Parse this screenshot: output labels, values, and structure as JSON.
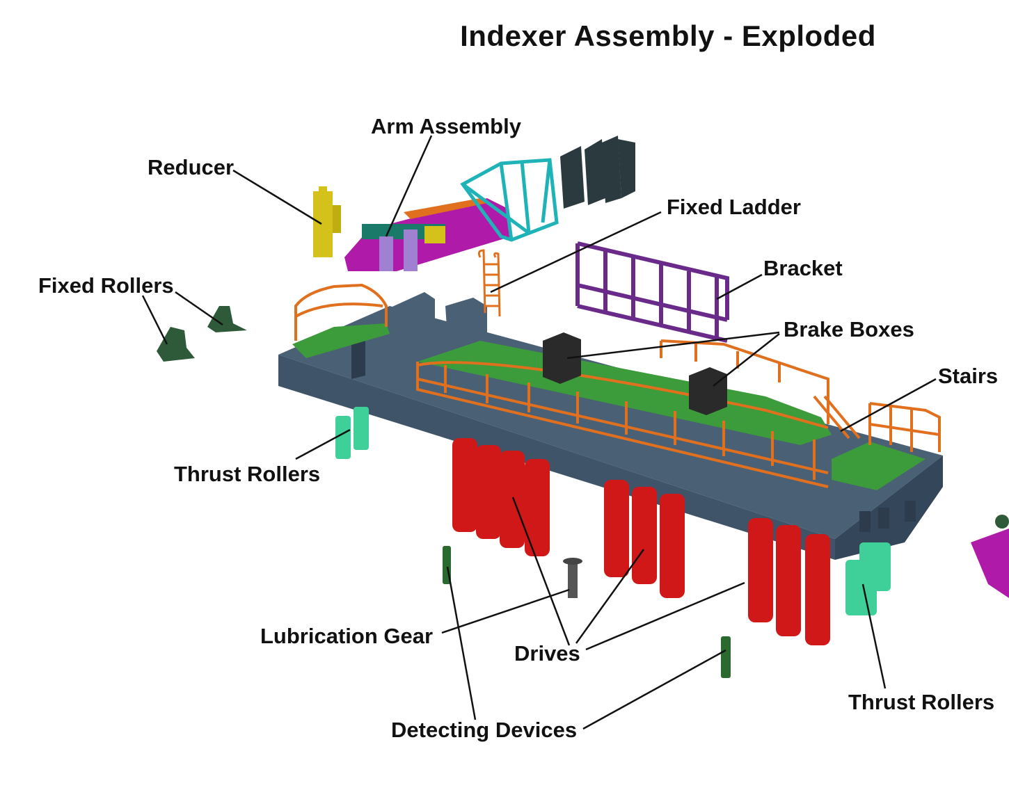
{
  "title": "Indexer Assembly - Exploded",
  "labels": {
    "arm_assembly": "Arm Assembly",
    "reducer": "Reducer",
    "fixed_ladder": "Fixed Ladder",
    "bracket": "Bracket",
    "fixed_rollers": "Fixed Rollers",
    "brake_boxes": "Brake Boxes",
    "stairs": "Stairs",
    "thrust_rollers_left": "Thrust Rollers",
    "lubrication_gear": "Lubrication Gear",
    "drives": "Drives",
    "thrust_rollers_right": "Thrust Rollers",
    "detecting_devices": "Detecting Devices"
  },
  "colors": {
    "frame": "#3f5468",
    "deck": "#3c9b3a",
    "railing": "#e0701e",
    "drive": "#d01818",
    "thrust_roller": "#3fd09a",
    "fixed_roller": "#2f5a3a",
    "reducer": "#d4c21a",
    "arm": "#b01aa8",
    "truss": "#1fb3b8",
    "panels": "#2a3a3e",
    "bracket": "#6a2a8a",
    "brake_box": "#222222",
    "detector": "#2a6a30",
    "lube_gear": "#555555"
  }
}
